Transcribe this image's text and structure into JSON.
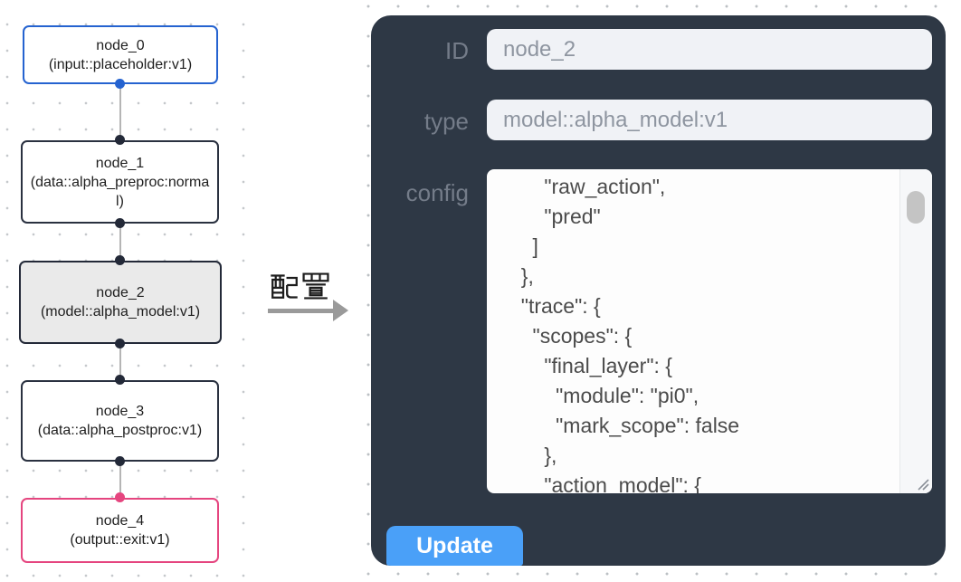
{
  "flow": {
    "nodes": [
      {
        "label": "node_0",
        "type": "(input::placeholder:v1)"
      },
      {
        "label": "node_1",
        "type": "(data::alpha_preproc:normal)"
      },
      {
        "label": "node_2",
        "type": "(model::alpha_model:v1)"
      },
      {
        "label": "node_3",
        "type": "(data::alpha_postproc:v1)"
      },
      {
        "label": "node_4",
        "type": "(output::exit:v1)"
      }
    ]
  },
  "arrow": {
    "label": "配置"
  },
  "panel": {
    "id_label": "ID",
    "id_value": "node_2",
    "type_label": "type",
    "type_value": "model::alpha_model:v1",
    "config_label": "config",
    "config_text": "      \"raw_action\",\n      \"pred\"\n    ]\n  },\n  \"trace\": {\n    \"scopes\": {\n      \"final_layer\": {\n        \"module\": \"pi0\",\n        \"mark_scope\": false\n      },\n      \"action_model\": {",
    "update_label": "Update"
  },
  "colors": {
    "panel_bg": "#2e3845",
    "node_input_accent": "#2563d0",
    "node_output_accent": "#e5457f",
    "node_selected_bg": "#eaeaea",
    "update_button": "#4aa0f8",
    "field_bg": "#f0f2f6"
  }
}
